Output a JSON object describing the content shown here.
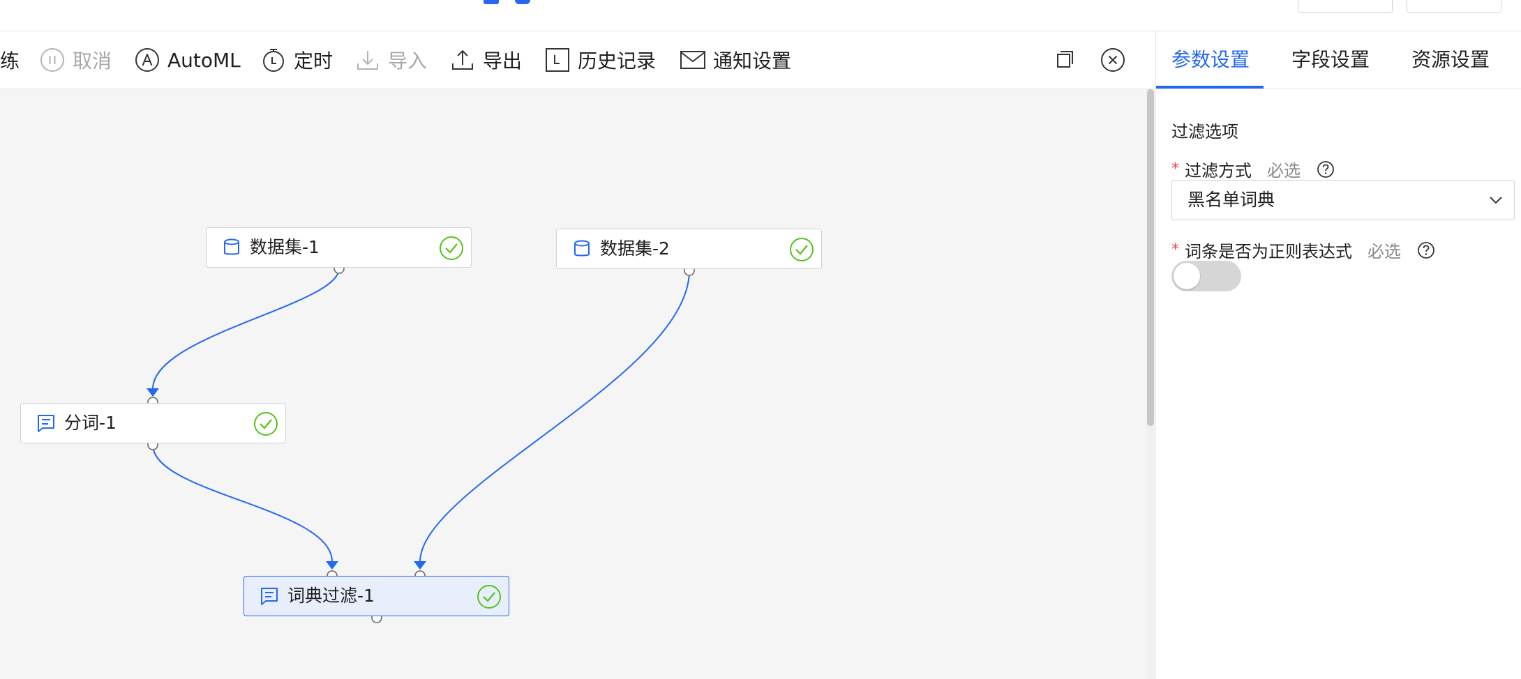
{
  "toolbar": {
    "items": [
      {
        "label": "练",
        "icon": "none",
        "enabled": true
      },
      {
        "label": "取消",
        "icon": "pause-circle-icon",
        "enabled": false
      },
      {
        "label": "AutoML",
        "icon": "automl-icon",
        "enabled": true
      },
      {
        "label": "定时",
        "icon": "timer-icon",
        "enabled": true
      },
      {
        "label": "导入",
        "icon": "import-icon",
        "enabled": false
      },
      {
        "label": "导出",
        "icon": "export-icon",
        "enabled": true
      },
      {
        "label": "历史记录",
        "icon": "history-icon",
        "enabled": true
      },
      {
        "label": "通知设置",
        "icon": "mail-icon",
        "enabled": true
      }
    ],
    "right_icons": [
      "copy-icon",
      "close-circle-icon"
    ]
  },
  "canvas": {
    "nodes": [
      {
        "id": "ds1",
        "label": "数据集-1",
        "icon": "database-icon",
        "status": "success",
        "selected": false
      },
      {
        "id": "ds2",
        "label": "数据集-2",
        "icon": "database-icon",
        "status": "success",
        "selected": false
      },
      {
        "id": "seg1",
        "label": "分词-1",
        "icon": "text-component-icon",
        "status": "success",
        "selected": false
      },
      {
        "id": "dict1",
        "label": "词典过滤-1",
        "icon": "text-component-icon",
        "status": "success",
        "selected": true
      }
    ],
    "edges": [
      {
        "from": "ds1",
        "to": "seg1"
      },
      {
        "from": "seg1",
        "to": "dict1"
      },
      {
        "from": "ds2",
        "to": "dict1"
      }
    ]
  },
  "panel": {
    "tabs": [
      {
        "label": "参数设置",
        "active": true
      },
      {
        "label": "字段设置",
        "active": false
      },
      {
        "label": "资源设置",
        "active": false
      }
    ],
    "section_title": "过滤选项",
    "fields": {
      "filter_mode": {
        "required_mark": "*",
        "label": "过滤方式",
        "hint": "必选",
        "value": "黑名单词典"
      },
      "regex": {
        "required_mark": "*",
        "label": "词条是否为正则表达式",
        "hint": "必选",
        "value": false
      }
    }
  },
  "colors": {
    "accent": "#2468f2",
    "success": "#52c41a",
    "canvas_bg": "#f5f5f5",
    "required": "#e8453c"
  }
}
